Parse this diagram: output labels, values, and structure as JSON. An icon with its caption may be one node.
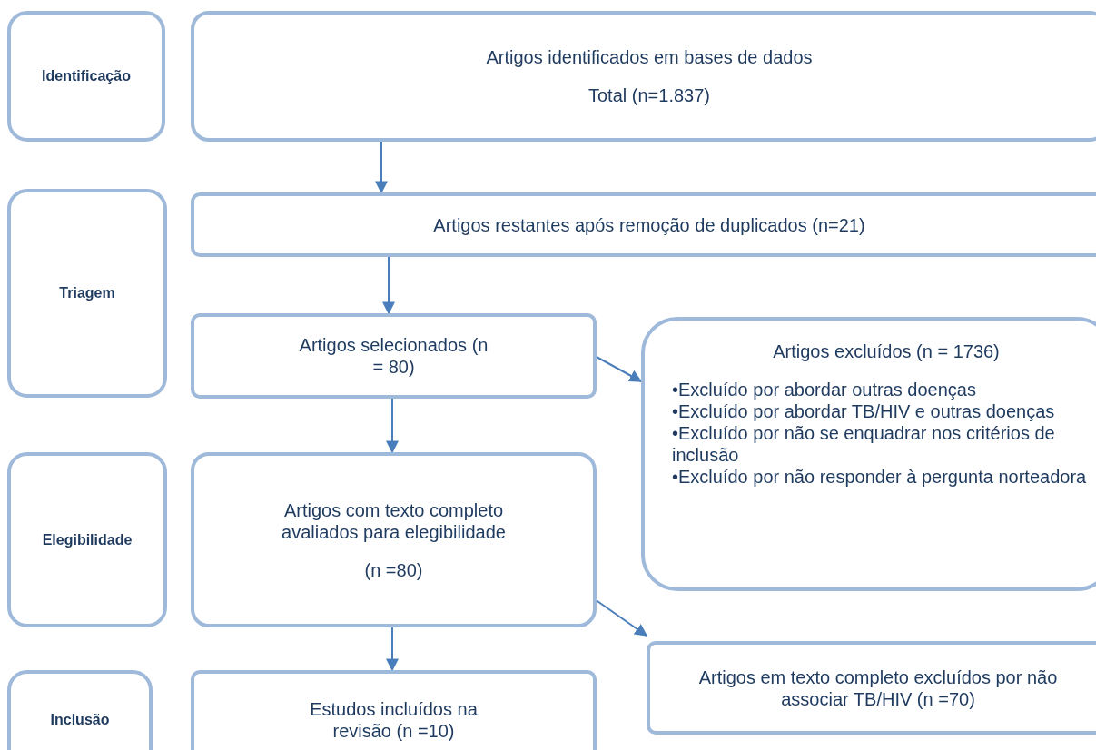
{
  "diagram": {
    "nodes": [
      {
        "text": [
          "Identificação"
        ]
      },
      {
        "text": [
          "Artigos identificados em bases de dados",
          "Total (n=1.837)"
        ]
      },
      {
        "text": [
          "Triagem"
        ]
      },
      {
        "text": [
          "Artigos restantes após remoção de duplicados (n=21)"
        ]
      },
      {
        "text": [
          "Artigos selecionados (n = 80)"
        ]
      },
      {
        "text": [
          "Artigos excluídos (n = 1736)",
          "•Excluído por abordar outras doenças",
          "•Excluído por abordar TB/HIV e outras doenças",
          "•Excluído por não se enquadrar nos critérios de inclusão",
          "•Excluído por não responder à pergunta norteadora"
        ]
      },
      {
        "text": [
          "Elegibilidade"
        ]
      },
      {
        "text": [
          "Artigos com texto completo avaliados para elegibilidade",
          "(n =80)"
        ]
      },
      {
        "text": [
          "Artigos em texto completo excluídos por não associar TB/HIV  (n =70)"
        ]
      },
      {
        "text": [
          "Inclusão"
        ]
      },
      {
        "text": [
          "Estudos incluídos na revisão (n =10)"
        ]
      }
    ],
    "edges": [
      {
        "from": 1,
        "to": 3,
        "arrow": "to"
      },
      {
        "from": 3,
        "to": 4,
        "arrow": "to"
      },
      {
        "from": 4,
        "to": 5,
        "arrow": "to"
      },
      {
        "from": 4,
        "to": 7,
        "arrow": "to"
      },
      {
        "from": 7,
        "to": 8,
        "arrow": "to"
      },
      {
        "from": 7,
        "to": 10,
        "arrow": "to"
      }
    ]
  }
}
